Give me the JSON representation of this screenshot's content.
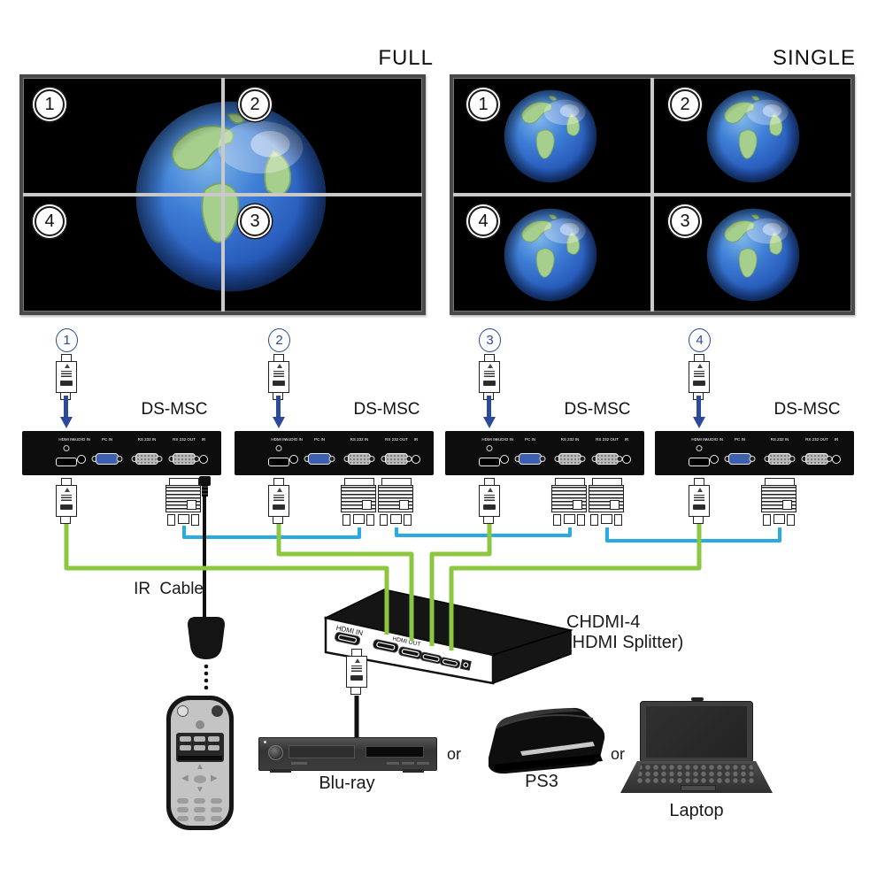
{
  "walls": {
    "full": {
      "label": "FULL",
      "badges": [
        "1",
        "2",
        "4",
        "3"
      ]
    },
    "single": {
      "label": "SINGLE",
      "badges": [
        "1",
        "2",
        "4",
        "3"
      ]
    }
  },
  "devices": {
    "model": "DS-MSC",
    "numbers": [
      "1",
      "2",
      "3",
      "4"
    ],
    "ports": [
      "HDMI IN",
      "AUDIO IN",
      "PC IN",
      "RS 232 IN",
      "RS 232 OUT",
      "IR"
    ]
  },
  "splitter": {
    "model": "CHDMI-4",
    "subtitle": "(HDMI Splitter)",
    "port_in": "HDMI IN",
    "port_out": "HDMI OUT"
  },
  "ir_cable_label": "IR Cable",
  "sources": {
    "bluray": "Blu-ray",
    "ps3": "PS3",
    "laptop": "Laptop",
    "separator": "or"
  },
  "colors": {
    "hdmi_cable_green": "#8DC63F",
    "rs232_cable_blue": "#29ABE2",
    "arrow_blue": "#2B4A9B"
  }
}
